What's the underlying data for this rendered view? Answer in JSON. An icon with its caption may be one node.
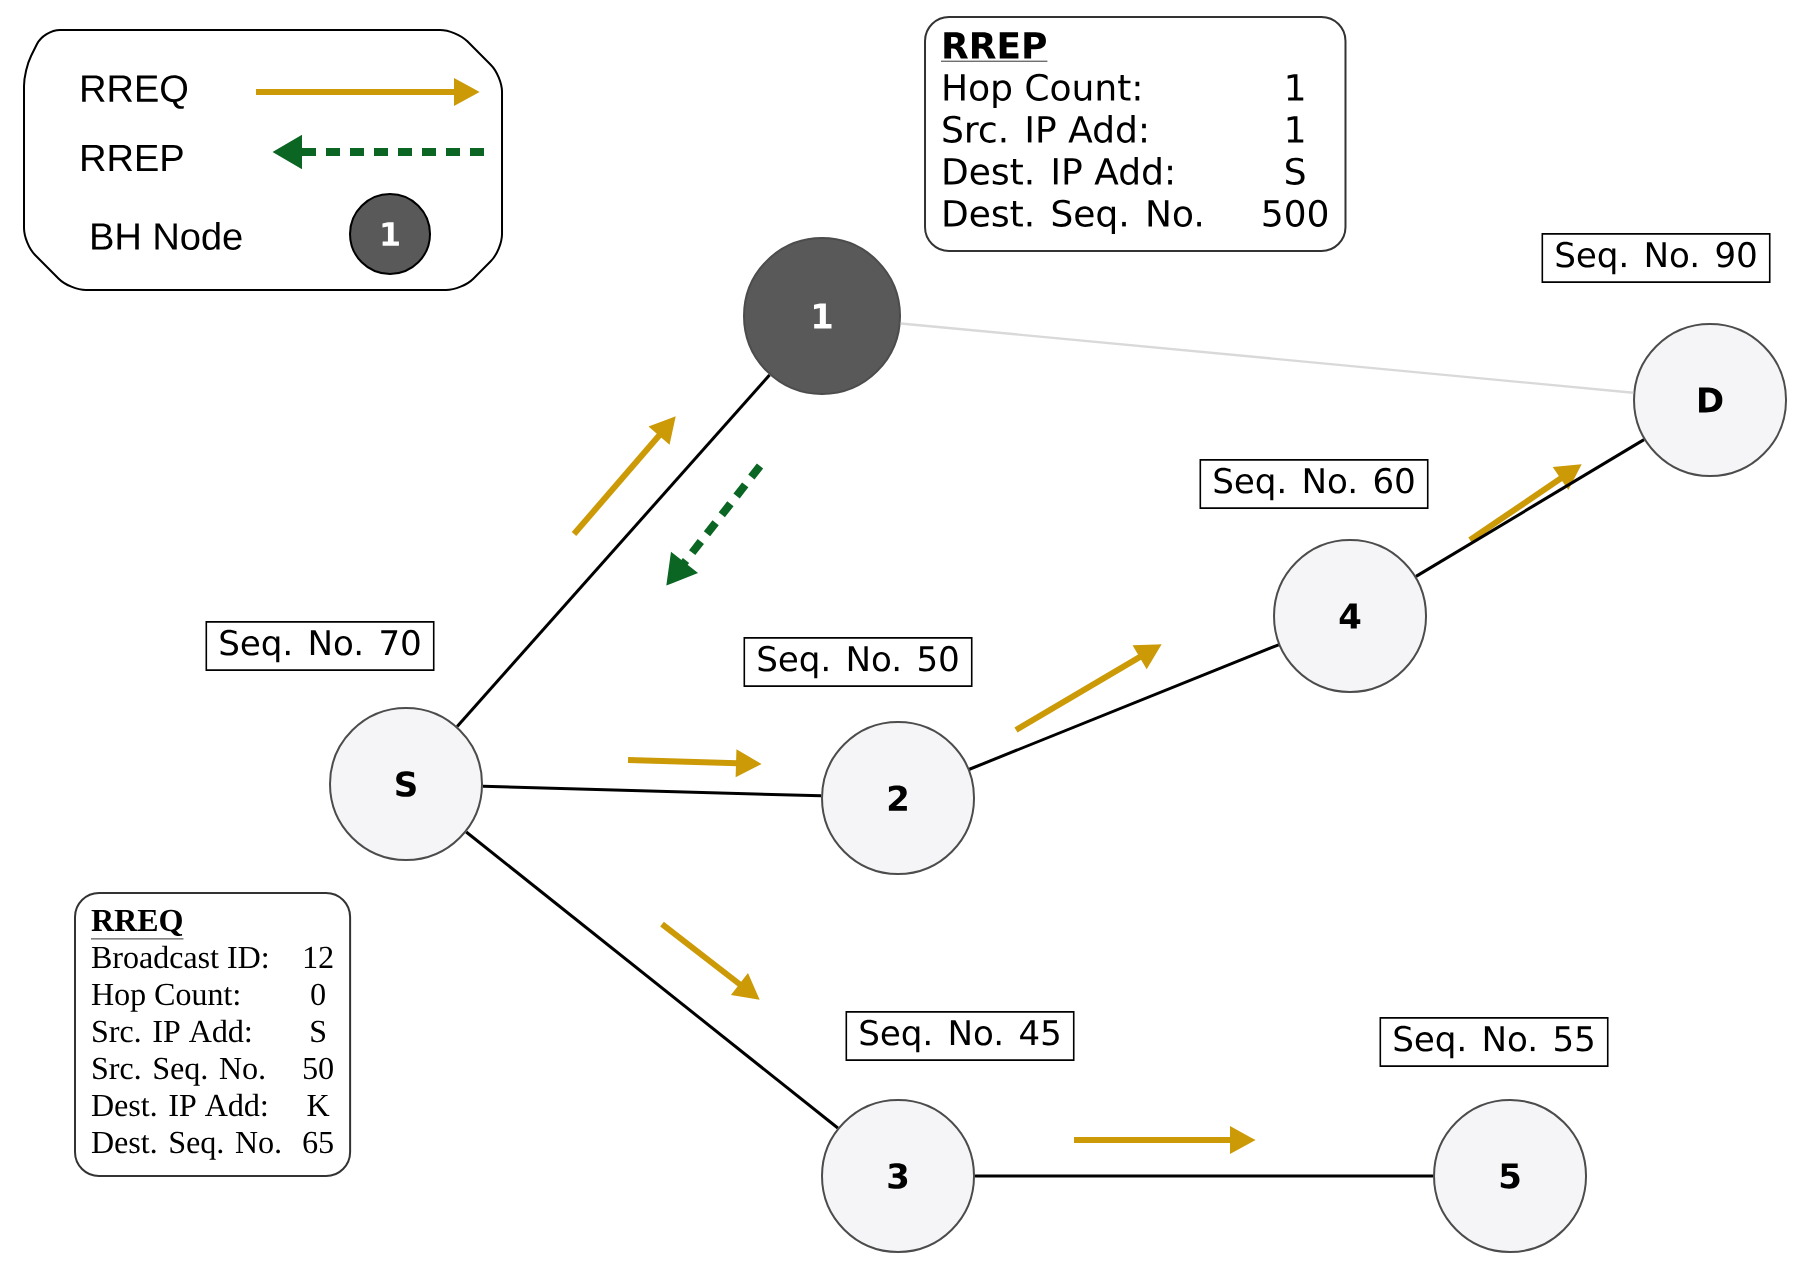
{
  "diagram": {
    "nodes": [
      {
        "text": [
          "RREP",
          "Hop Count:",
          "1",
          "Src. IP Add:",
          "1",
          "Dest. IP Add:",
          "S",
          "Dest. Seq. No.",
          "500"
        ]
      },
      {
        "text": [
          "1"
        ]
      },
      {
        "text": [
          "D"
        ],
        "beside": [
          "Seq. No. 90"
        ]
      },
      {
        "text": [
          "4"
        ],
        "beside": [
          "Seq. No. 60"
        ]
      },
      {
        "text": [
          "S"
        ],
        "beside": [
          "Seq. No. 70"
        ]
      },
      {
        "text": [
          "2"
        ],
        "beside": [
          "Seq. No. 50"
        ]
      },
      {
        "text": [
          "RREQ",
          "Broadcast ID:",
          "12",
          "Hop Count:",
          "0",
          "Src. IP Add:",
          "S",
          "Src. Seq. No.",
          "50",
          "Dest. IP Add:",
          "K",
          "Dest. Seq. No.",
          "65"
        ]
      },
      {
        "text": [
          "3"
        ],
        "beside": [
          "Seq. No. 45"
        ]
      },
      {
        "text": [
          "5"
        ],
        "beside": [
          "Seq. No. 55"
        ]
      }
    ],
    "edges": [
      {
        "from": 4,
        "to": 1,
        "arrow": "none"
      },
      {
        "from": 4,
        "to": 5,
        "arrow": "none"
      },
      {
        "from": 4,
        "to": 7,
        "arrow": "none"
      },
      {
        "from": 5,
        "to": 3,
        "arrow": "none"
      },
      {
        "from": 3,
        "to": 2,
        "arrow": "none"
      },
      {
        "from": 7,
        "to": 8,
        "arrow": "none"
      },
      {
        "from": 1,
        "to": 2,
        "arrow": "none",
        "color": "#d9d9d9"
      }
    ],
    "labels": [
      "1"
    ],
    "legend": [
      {
        "text": "RREQ"
      },
      {
        "text": "RREP"
      },
      {
        "text": "BH Node"
      }
    ]
  }
}
